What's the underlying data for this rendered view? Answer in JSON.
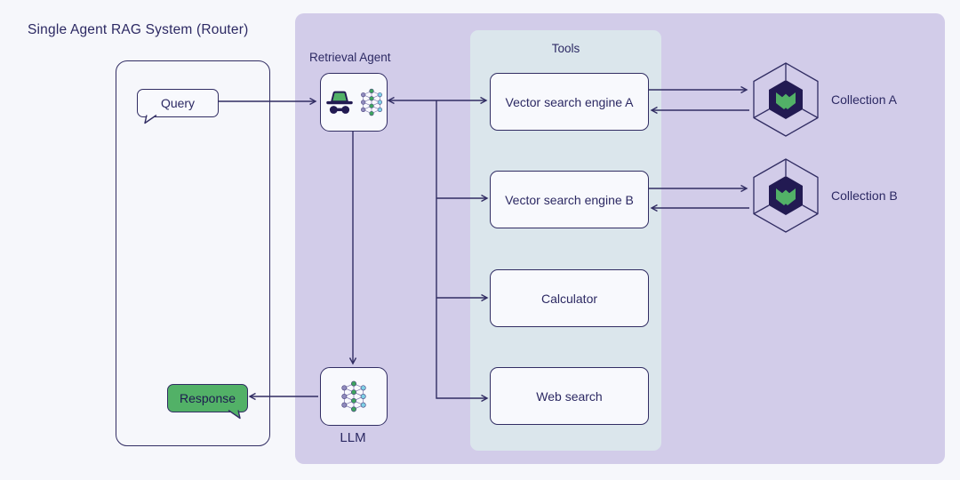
{
  "title": "Single Agent RAG System (Router)",
  "client": {
    "query_label": "Query",
    "response_label": "Response"
  },
  "agent": {
    "label": "Retrieval Agent"
  },
  "llm": {
    "label": "LLM"
  },
  "tools": {
    "title": "Tools",
    "items": [
      {
        "label": "Vector search engine A"
      },
      {
        "label": "Vector search engine B"
      },
      {
        "label": "Calculator"
      },
      {
        "label": "Web search"
      }
    ]
  },
  "collections": [
    {
      "label": "Collection A"
    },
    {
      "label": "Collection B"
    }
  ],
  "icons": {
    "agent": "incognito-agent-icon",
    "neural": "neural-network-icon",
    "collection": "weaviate-hexagon-icon"
  },
  "colors": {
    "background": "#f6f7fb",
    "agent_panel": "#d2cce9",
    "tools_panel": "#dbe6ec",
    "box_fill": "#f8f9fd",
    "line_navy": "#312d63",
    "accent_green": "#52b167",
    "hexagon_dark": "#221a52",
    "node_green": "#3ea45f",
    "node_cyan": "#7fd0e6",
    "node_purple": "#908bbd"
  }
}
